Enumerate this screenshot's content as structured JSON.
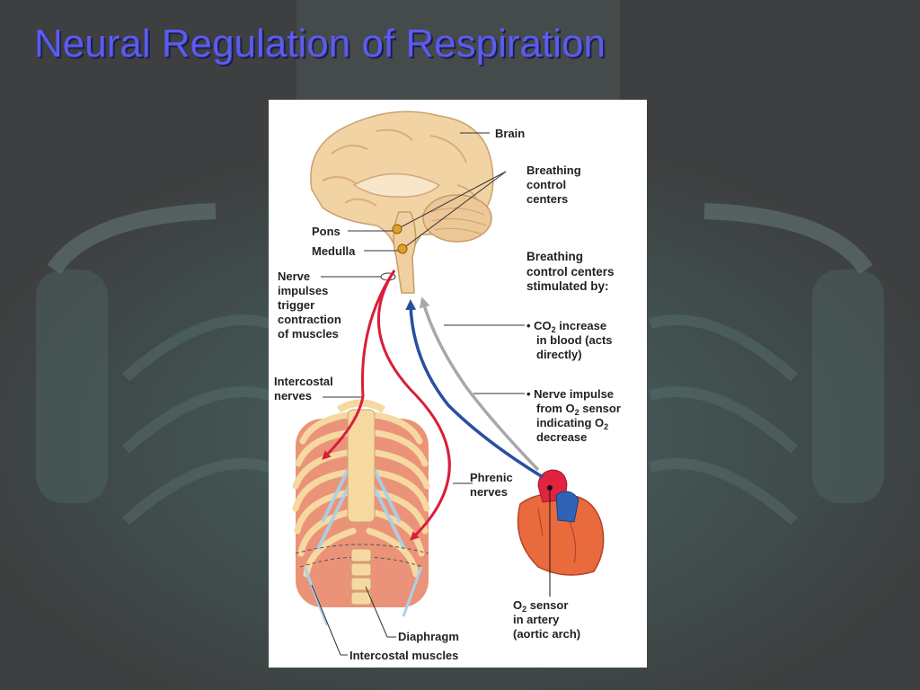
{
  "slide": {
    "title": "Neural Regulation of Respiration"
  },
  "diagram": {
    "labels": {
      "brain": "Brain",
      "breathing_centers": [
        "Breathing",
        "control",
        "centers"
      ],
      "pons": "Pons",
      "medulla": "Medulla",
      "nerve_impulses": [
        "Nerve",
        "impulses",
        "trigger",
        "contraction",
        "of muscles"
      ],
      "intercostal_nerves": [
        "Intercostal",
        "nerves"
      ],
      "stimulated_by": [
        "Breathing",
        "control centers",
        "stimulated by:"
      ],
      "co2": {
        "pre": "• CO",
        "sub": "2",
        "post": " increase",
        "line2": "in blood (acts",
        "line3": "directly)"
      },
      "nerve_impulse_o2": {
        "line1": "• Nerve impulse",
        "line2_pre": "from O",
        "line2_sub": "2",
        "line2_post": "  sensor",
        "line3_pre": "indicating O",
        "line3_sub": "2",
        "line4": "decrease"
      },
      "phrenic": [
        "Phrenic",
        "nerves"
      ],
      "o2_sensor": {
        "line1_pre": "O",
        "line1_sub": "2",
        "line1_post": "  sensor",
        "line2": "in artery",
        "line3": "(aortic arch)"
      },
      "diaphragm": "Diaphragm",
      "intercostal_muscles": "Intercostal muscles"
    },
    "colors": {
      "nerve_red": "#d81f3a",
      "nerve_blue": "#2a4fa0",
      "direct_gray": "#a8a8a8",
      "brain": "#f2d3a4",
      "muscle": "#e9876a",
      "bone": "#f6d9a0",
      "heart": "#e96a3d"
    }
  }
}
